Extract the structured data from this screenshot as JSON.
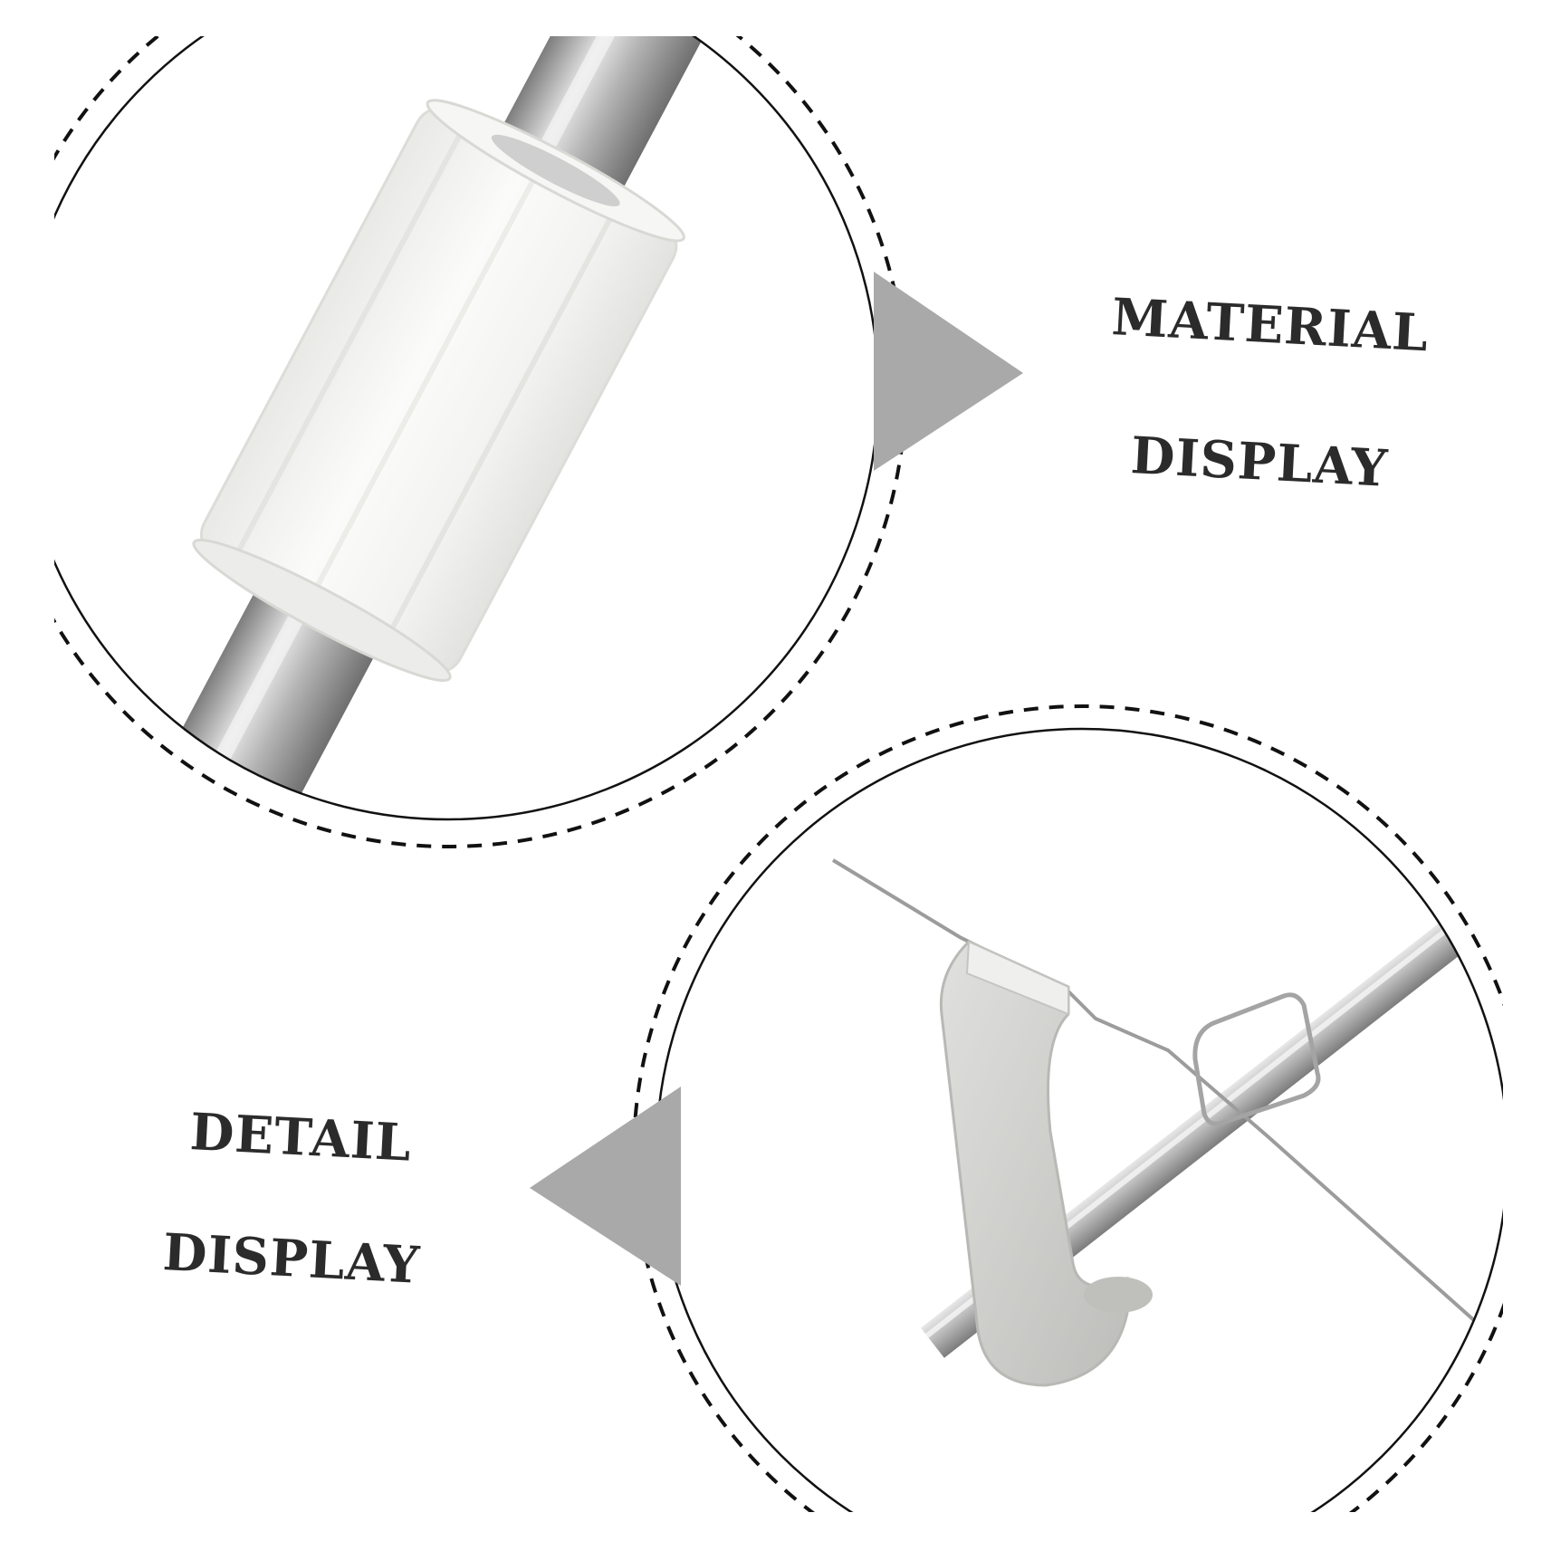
{
  "material_caption": {
    "line1": "MATERIAL",
    "line2": "DISPLAY"
  },
  "detail_caption": {
    "line1": "DETAIL",
    "line2": "DISPLAY"
  },
  "colors": {
    "background": "#ffffff",
    "text": "#2b2b2b",
    "pointer": "#a9a9a9",
    "frame": "#111111",
    "clip_white": "#f3f3f1",
    "clip_gray": "#d6d6d4",
    "metal_light": "#dcdcdc",
    "metal_dark": "#8a8a8a"
  },
  "icons": {
    "material_pointer": "triangle-right",
    "detail_pointer": "triangle-left"
  }
}
